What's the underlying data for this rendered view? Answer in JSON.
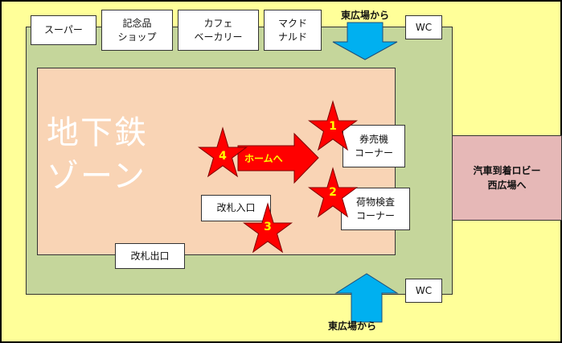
{
  "zone_title": "地下鉄\nゾーン",
  "shops": [
    {
      "name": "shop-supermarket",
      "label": "スーパー"
    },
    {
      "name": "shop-souvenir",
      "label": "記念品\nショップ"
    },
    {
      "name": "shop-cafe",
      "label": "カフェ\nベーカリー"
    },
    {
      "name": "shop-mcdonalds",
      "label": "マクド\nナルド"
    }
  ],
  "wc_labels": {
    "top": "WC",
    "bottom": "WC"
  },
  "entrances": {
    "top": "東広場から",
    "bottom": "東広場から"
  },
  "lobby": "汽車到着ロビー\n西広場へ",
  "facilities": {
    "ticket_machine": "券売機\nコーナー",
    "baggage_check": "荷物検査\nコーナー",
    "gate_entry": "改札入口",
    "gate_exit": "改札出口"
  },
  "home_arrow_label": "ホームへ",
  "stars": [
    {
      "name": "star-1",
      "label": "1"
    },
    {
      "name": "star-2",
      "label": "2"
    },
    {
      "name": "star-3",
      "label": "3"
    },
    {
      "name": "star-4",
      "label": "4"
    }
  ],
  "colors": {
    "background": "#ffff99",
    "outer_zone": "#c5d69b",
    "subway_zone": "#f9d4b5",
    "lobby": "#e6b8b7",
    "arrow_blue": "#00b0f0",
    "star_red": "#ff0000",
    "label_yellow": "#ffff00"
  }
}
